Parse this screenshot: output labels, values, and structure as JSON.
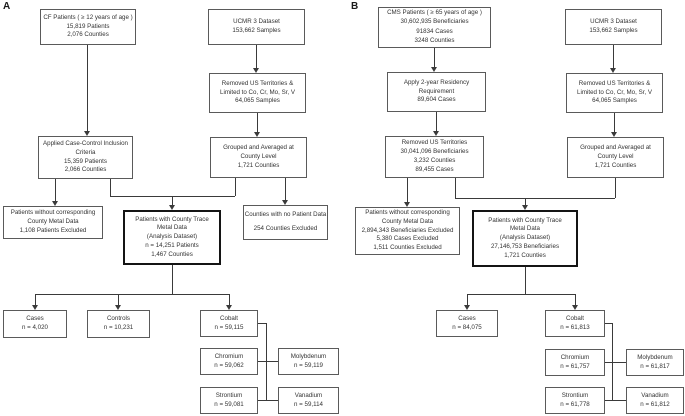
{
  "panel_a": {
    "label": "A",
    "cohort": [
      "CF Patients ( ≥ 12 years of age )",
      "15,819 Patients",
      "2,076 Counties"
    ],
    "ucmr": [
      "UCMR 3 Dataset",
      "153,662 Samples"
    ],
    "territories": [
      "Removed US Territories &",
      "Limited to Co, Cr, Mo, Sr, V",
      "64,065 Samples"
    ],
    "grouped": [
      "Grouped and Averaged at",
      "County Level",
      "1,721 Counties"
    ],
    "inclusion": [
      "Applied Case-Control Inclusion",
      "Criteria",
      "15,359 Patients",
      "2,066 Counties"
    ],
    "excluded_patients": [
      "Patients without corresponding",
      "County Metal Data",
      "1,108 Patients Excluded"
    ],
    "analysis": [
      "Patients with County Trace",
      "Metal Data",
      "(Analysis Dataset)",
      "n = 14,251 Patients",
      "1,467 Counties"
    ],
    "excluded_counties": [
      "Counties with no Patient Data",
      "",
      "254 Counties Excluded"
    ],
    "cases": [
      "Cases",
      "n = 4,020"
    ],
    "controls": [
      "Controls",
      "n = 10,231"
    ],
    "cobalt": [
      "Cobalt",
      "n = 59,115"
    ],
    "chromium": [
      "Chromium",
      "n = 59,062"
    ],
    "molybdenum": [
      "Molybdenum",
      "n = 59,119"
    ],
    "strontium": [
      "Strontium",
      "n = 59,081"
    ],
    "vanadium": [
      "Vanadium",
      "n = 59,114"
    ]
  },
  "panel_b": {
    "label": "B",
    "cohort": [
      "CMS Patients ( ≥ 65 years of age )",
      "30,602,935 Beneficiaries",
      "",
      "91834 Cases",
      "3248 Counties"
    ],
    "ucmr": [
      "UCMR 3 Dataset",
      "153,662 Samples"
    ],
    "residency": [
      "Apply 2-year Residency",
      "Requirement",
      "89,604 Cases"
    ],
    "territories_ucmr": [
      "Removed US Territories &",
      "Limited to Co, Cr, Mo, Sr, V",
      "64,065 Samples"
    ],
    "territories_cms": [
      "Removed US Territories",
      "30,041,096 Beneficiaries",
      "3,232 Counties",
      "89,455 Cases"
    ],
    "grouped": [
      "Grouped and Averaged at",
      "County Level",
      "1,721 Counties"
    ],
    "excluded_patients": [
      "Patients without corresponding",
      "County Metal Data",
      "2,894,343 Beneficiaries Excluded",
      "5,380 Cases Excluded",
      "1,511 Counties Excluded"
    ],
    "analysis": [
      "Patients with County Trace",
      "Metal Data",
      "(Analysis Dataset)",
      "27,146,753 Beneficiaries",
      "1,721 Counties"
    ],
    "cases": [
      "Cases",
      "n = 84,075"
    ],
    "cobalt": [
      "Cobalt",
      "n = 61,813"
    ],
    "chromium": [
      "Chromium",
      "n = 61,757"
    ],
    "molybdenum": [
      "Molybdenum",
      "n = 61,817"
    ],
    "strontium": [
      "Strontium",
      "n = 61,778"
    ],
    "vanadium": [
      "Vanadium",
      "n = 61,812"
    ]
  },
  "colors": {
    "line": "#3a3a3a",
    "box_border": "#5a5a5a",
    "bold_border": "#141414",
    "text": "#333333",
    "background": "#ffffff"
  }
}
